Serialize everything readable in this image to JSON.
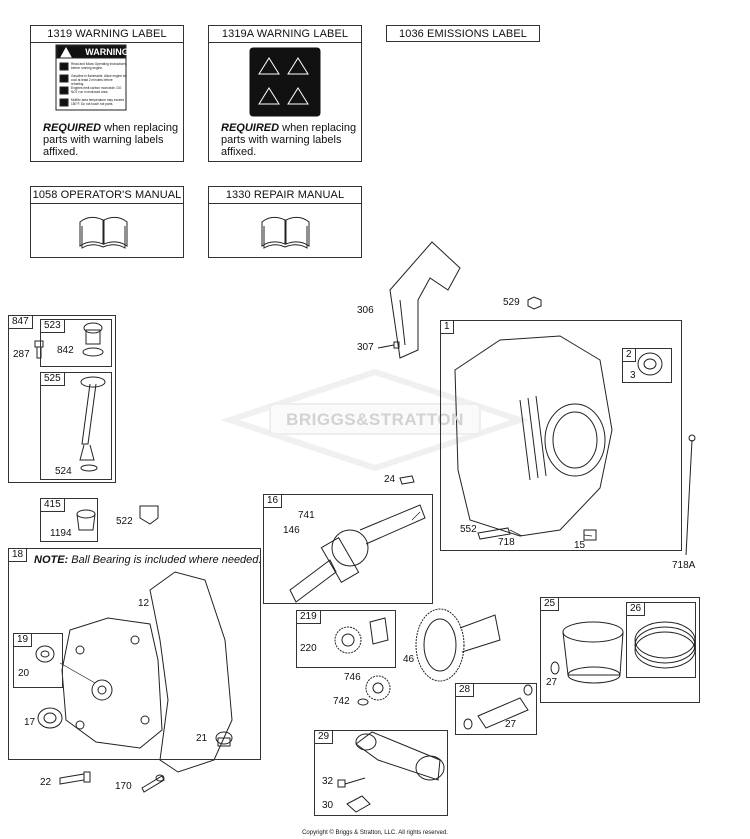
{
  "labels": {
    "warning_1319": {
      "title": "1319 WARNING LABEL",
      "req_bold": "REQUIRED",
      "req_rest": " when replacing parts with warning labels affixed.",
      "sign_header": "WARNING",
      "sign_lines": [
        "Read and follow Operating Instructions before running engine.",
        "Gasoline is flammable. Allow engine to cool at least 2 minutes before refueling.",
        "Engines emit carbon monoxide. DO NOT run in enclosed area.",
        "Muffler area temperature may exceed 150°F. Do not touch hot parts."
      ]
    },
    "warning_1319a": {
      "title": "1319A WARNING LABEL",
      "req_bold": "REQUIRED",
      "req_rest": " when replacing parts with warning labels affixed."
    },
    "emissions_1036": {
      "title": "1036 EMISSIONS LABEL"
    },
    "operators_manual": {
      "title": "1058 OPERATOR'S MANUAL"
    },
    "repair_manual": {
      "title": "1330 REPAIR MANUAL"
    }
  },
  "watermark": "BRIGGS&STRATTON",
  "groups": {
    "g847": {
      "tag": "847",
      "items": [
        "287"
      ]
    },
    "g523": {
      "tag": "523",
      "items": [
        "842"
      ]
    },
    "g525": {
      "tag": "525",
      "items": [
        "524"
      ]
    },
    "g415": {
      "tag": "415",
      "items": [
        "1194"
      ]
    },
    "g18": {
      "tag": "18",
      "note_bold": "NOTE:",
      "note_rest": " Ball Bearing is included where needed."
    },
    "g19": {
      "tag": "19",
      "items": [
        "20"
      ]
    },
    "g16": {
      "tag": "16",
      "items": [
        "741",
        "146"
      ]
    },
    "g1": {
      "tag": "1",
      "items": [
        "552",
        "718",
        "15"
      ]
    },
    "g2": {
      "tag": "2",
      "items": [
        "3"
      ]
    },
    "g219": {
      "tag": "219",
      "items": [
        "220"
      ]
    },
    "g25": {
      "tag": "25",
      "items": [
        "27"
      ]
    },
    "g26": {
      "tag": "26"
    },
    "g28": {
      "tag": "28",
      "items": [
        "27"
      ]
    },
    "g29": {
      "tag": "29",
      "items": [
        "32",
        "30"
      ]
    }
  },
  "loose_parts": {
    "p306": "306",
    "p307": "307",
    "p529": "529",
    "p24": "24",
    "p718a": "718A",
    "p522": "522",
    "p12": "12",
    "p17": "17",
    "p21": "21",
    "p22": "22",
    "p170": "170",
    "p46": "46",
    "p746": "746",
    "p742": "742"
  },
  "copyright": "Copyright © Briggs & Stratton, LLC. All rights reserved."
}
